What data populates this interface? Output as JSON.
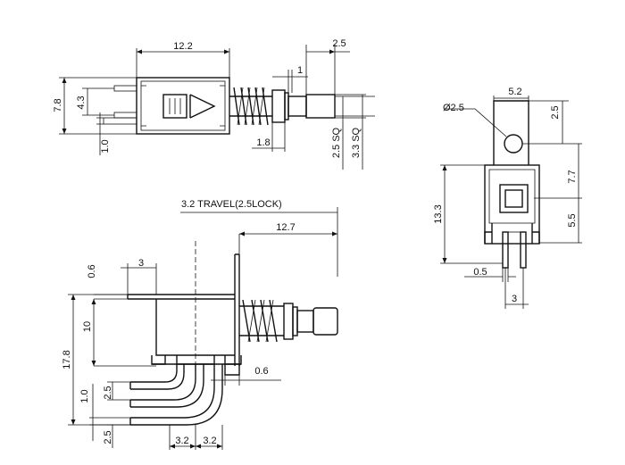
{
  "top_view": {
    "dim_width": "12.2",
    "dim_plunger": "2.5",
    "dim_gap": "1",
    "dim_height": "7.8",
    "dim_pin_pitch": "4.3",
    "dim_pin_offset": "1.0",
    "dim_collar": "1.8",
    "dim_sq_inner": "2.5 SQ",
    "dim_sq_outer": "3.3 SQ"
  },
  "end_view": {
    "dim_hole": "Ø2.5",
    "dim_tab_width": "5.2",
    "dim_tab_top": "2.5",
    "dim_upper": "7.7",
    "dim_total": "13.3",
    "dim_lower": "5.5",
    "dim_pin_thick": "0.5",
    "dim_pin_pitch": "3"
  },
  "side_view": {
    "travel_note": "3.2 TRAVEL(2.5LOCK)",
    "dim_length": "12.7",
    "dim_plate": "0.6",
    "dim_tab": "3",
    "dim_body": "10",
    "dim_total": "17.8",
    "dim_clip": "0.6",
    "dim_pin_dia": "1.0",
    "dim_pin_row1": "2.5",
    "dim_pin_row2": "2.5",
    "dim_pitch_a": "3.2",
    "dim_pitch_b": "3.2"
  }
}
